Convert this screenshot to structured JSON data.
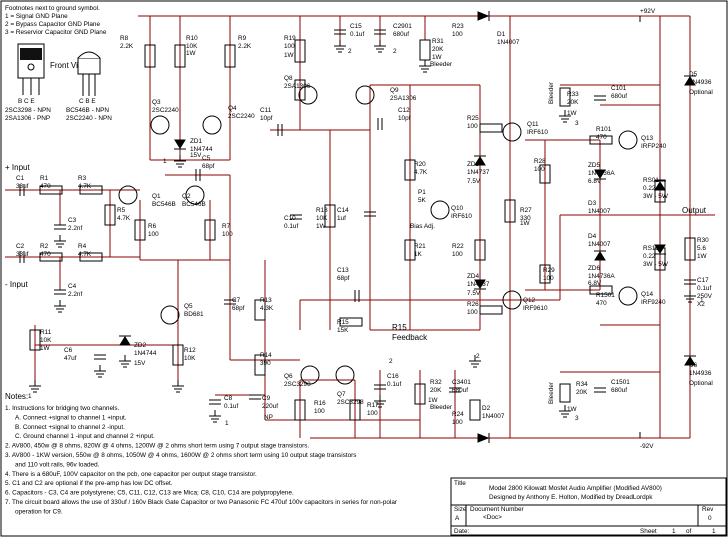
{
  "footnote": {
    "title": "Footnotes next to ground symbol.",
    "lines": [
      "1 = Signal GND Plane",
      "2 = Bypass Capacitor GND Plane",
      "3 = Reservior Capacitor GND Plane"
    ]
  },
  "packages": {
    "left_pins": "B C E",
    "left_parts": [
      "2SC3298 - NPN",
      "2SA1306 - PNP"
    ],
    "front_view": "Front View",
    "right_pins": "C B E",
    "right_parts": [
      "BC546B - NPN",
      "2SC2240 - NPN"
    ]
  },
  "rails": {
    "pos": "+92V",
    "neg": "-92V"
  },
  "labels": {
    "input_pos": "+ Input",
    "input_neg": "- Input",
    "output": "Output",
    "feedback": "Feedback",
    "bias_adj": "Bias Adj.",
    "bleeder_top": "Bleeder",
    "bleeder_bottom": "Bleeder",
    "bleeder_r33": "Bleeder",
    "bleeder_r34": "Bleeder"
  },
  "components": [
    {
      "id": "C1",
      "value": "33uf"
    },
    {
      "id": "R1",
      "value": "470"
    },
    {
      "id": "R3",
      "value": "4.7K"
    },
    {
      "id": "C3",
      "value": "2.2nf"
    },
    {
      "id": "R5",
      "value": "4.7K"
    },
    {
      "id": "Q1",
      "value": "BC546B"
    },
    {
      "id": "Q2",
      "value": "BC546B"
    },
    {
      "id": "R6",
      "value": "100"
    },
    {
      "id": "R7",
      "value": "100"
    },
    {
      "id": "C2",
      "value": "33uf"
    },
    {
      "id": "R2",
      "value": "470"
    },
    {
      "id": "R4",
      "value": "4.7K"
    },
    {
      "id": "C4",
      "value": "2.2nf"
    },
    {
      "id": "R8",
      "value": "2.2K"
    },
    {
      "id": "R10",
      "value": "10K"
    },
    {
      "id": "R9",
      "value": "2.2K"
    },
    {
      "id": "Q3",
      "value": "2SC2240"
    },
    {
      "id": "Q4",
      "value": "2SC2240"
    },
    {
      "id": "ZD1",
      "value": "1N4744"
    },
    {
      "id": "C5",
      "value": "68pf"
    },
    {
      "id": "R19",
      "value": "100"
    },
    {
      "id": "Q8",
      "value": "2SA1306"
    },
    {
      "id": "Q9",
      "value": "2SA1306"
    },
    {
      "id": "C11",
      "value": "10pf"
    },
    {
      "id": "C12",
      "value": "10pf"
    },
    {
      "id": "C15",
      "value": "0.1uf"
    },
    {
      "id": "C2901",
      "value": "680uf"
    },
    {
      "id": "R31",
      "value": "20K"
    },
    {
      "id": "R23",
      "value": "100"
    },
    {
      "id": "D1",
      "value": "1N4007"
    },
    {
      "id": "C10",
      "value": "0.1uf"
    },
    {
      "id": "R18",
      "value": "10K"
    },
    {
      "id": "C14",
      "value": "1uf"
    },
    {
      "id": "R20",
      "value": "4.7K"
    },
    {
      "id": "P1",
      "value": "5K"
    },
    {
      "id": "Q10",
      "value": "IRF610"
    },
    {
      "id": "R21",
      "value": "1K"
    },
    {
      "id": "R22",
      "value": "100"
    },
    {
      "id": "C13",
      "value": "68pf"
    },
    {
      "id": "R15",
      "value": "15K"
    },
    {
      "id": "R25",
      "value": "100"
    },
    {
      "id": "Q11",
      "value": "IRF610"
    },
    {
      "id": "ZD3",
      "value": "1N4737"
    },
    {
      "id": "R28",
      "value": "100"
    },
    {
      "id": "R27",
      "value": "330"
    },
    {
      "id": "ZD4",
      "value": "1N4737"
    },
    {
      "id": "R29",
      "value": "100"
    },
    {
      "id": "Q12",
      "value": "IRF9610"
    },
    {
      "id": "R26",
      "value": "100"
    },
    {
      "id": "R33",
      "value": "20K"
    },
    {
      "id": "C101",
      "value": "680uf"
    },
    {
      "id": "R101",
      "value": "470"
    },
    {
      "id": "Q13",
      "value": "IRFP240"
    },
    {
      "id": "ZD5",
      "value": "1N4736A"
    },
    {
      "id": "D3",
      "value": "1N4007"
    },
    {
      "id": "RS01",
      "value": "0.22"
    },
    {
      "id": "D4",
      "value": "1N4007"
    },
    {
      "id": "ZD6",
      "value": "1N4736A"
    },
    {
      "id": "RS15",
      "value": "0.22"
    },
    {
      "id": "R1501",
      "value": "470"
    },
    {
      "id": "Q14",
      "value": "IRF9240"
    },
    {
      "id": "R30",
      "value": "5.6"
    },
    {
      "id": "C17",
      "value": "0.1uf"
    },
    {
      "id": "D5",
      "value": "1N4936"
    },
    {
      "id": "D6",
      "value": "1N4936"
    },
    {
      "id": "R11",
      "value": "10K"
    },
    {
      "id": "C6",
      "value": "47uf"
    },
    {
      "id": "ZD2",
      "value": "1N4744"
    },
    {
      "id": "Q5",
      "value": "BD681"
    },
    {
      "id": "R12",
      "value": "10K"
    },
    {
      "id": "C7",
      "value": "68pf"
    },
    {
      "id": "R13",
      "value": "4.3K"
    },
    {
      "id": "R14",
      "value": "390"
    },
    {
      "id": "C8",
      "value": "0.1uf"
    },
    {
      "id": "C9",
      "value": "220uf"
    },
    {
      "id": "Q6",
      "value": "2SC3298"
    },
    {
      "id": "Q7",
      "value": "2SC3298"
    },
    {
      "id": "R16",
      "value": "100"
    },
    {
      "id": "R17",
      "value": "100"
    },
    {
      "id": "C16",
      "value": "0.1uf"
    },
    {
      "id": "R32",
      "value": "20K"
    },
    {
      "id": "C3401",
      "value": "680uf"
    },
    {
      "id": "R24",
      "value": "100"
    },
    {
      "id": "D2",
      "value": "1N4007"
    },
    {
      "id": "R34",
      "value": "20K"
    },
    {
      "id": "C1501",
      "value": "680uf"
    }
  ],
  "extra": {
    "r10_w": "1W",
    "zd1_v": "15V",
    "r19_w": "1W",
    "r31_w": "1W",
    "r18_w": "1W",
    "zd3_v": "7.5V",
    "r27_w": "1W",
    "zd4_v": "7.5V",
    "zd5_v": "6.8V",
    "zd6_v": "6.8V",
    "rs01_w": "3W - 5W",
    "rs15_w": "3W - 5W",
    "r30_w": "1W",
    "c17_v": "250V",
    "c17_x": "X2",
    "d5_note": "Optional",
    "d6_note": "Optional",
    "r11_w": "1W",
    "zd2_v": "15V",
    "c9_np": "NP",
    "r32_w": "1W",
    "r33_w": "1W",
    "r34_w": "1W"
  },
  "notes": {
    "title": "Notes:",
    "items": [
      "1.  Instructions for bridging two channels.",
      "A. Connect +signal to channel 1 +input.",
      "B. Connect +signal to channel 2 -input.",
      "C. Ground channel 1 -input and channel 2 +input.",
      "2.  AV800, 450w @ 8 ohms, 820W @ 4 ohms, 1200W @ 2 ohms short term using 7 output stage transistors.",
      "3.  AV800 - 1KW version, 550w @ 8 ohms, 1050W @ 4 ohms, 1600W @ 2 ohms short term using 10 output stage transistors",
      "and 110 volt rails, 96v loaded.",
      "4.  There is a 680uF, 100V capacitor on the pcb, one capacitor per output stage transistor.",
      "5.  C1 and C2 are optional if the pre-amp has low DC offset.",
      "6.  Capacitors - C3, C4 are polystyrene; C5, C11, C12, C13 are Mica; C8, C10, C14 are polypropylene.",
      "7.  The circuit board allows the use of 330uf / 160v Black Gate Capacitor or two Panasonic FC 470uf 100v capacitors in series for non-polar",
      "operation for C9."
    ]
  },
  "title_block": {
    "title_label": "Title",
    "title_lines": [
      "Model 2800 Kilowatt Mosfet Audio Amplifier (Modified AV800)",
      "Designed by Anthony E. Holton, Modified by DreadLordpk"
    ],
    "size_label": "Size",
    "size": "A",
    "docnum_label": "Document Number",
    "docnum": "<Doc>",
    "rev_label": "Rev",
    "rev": "0",
    "date_label": "Date:",
    "date": "",
    "sheet_label": "Sheet",
    "sheet_num": "1",
    "of_label": "of",
    "sheet_total": "1"
  }
}
